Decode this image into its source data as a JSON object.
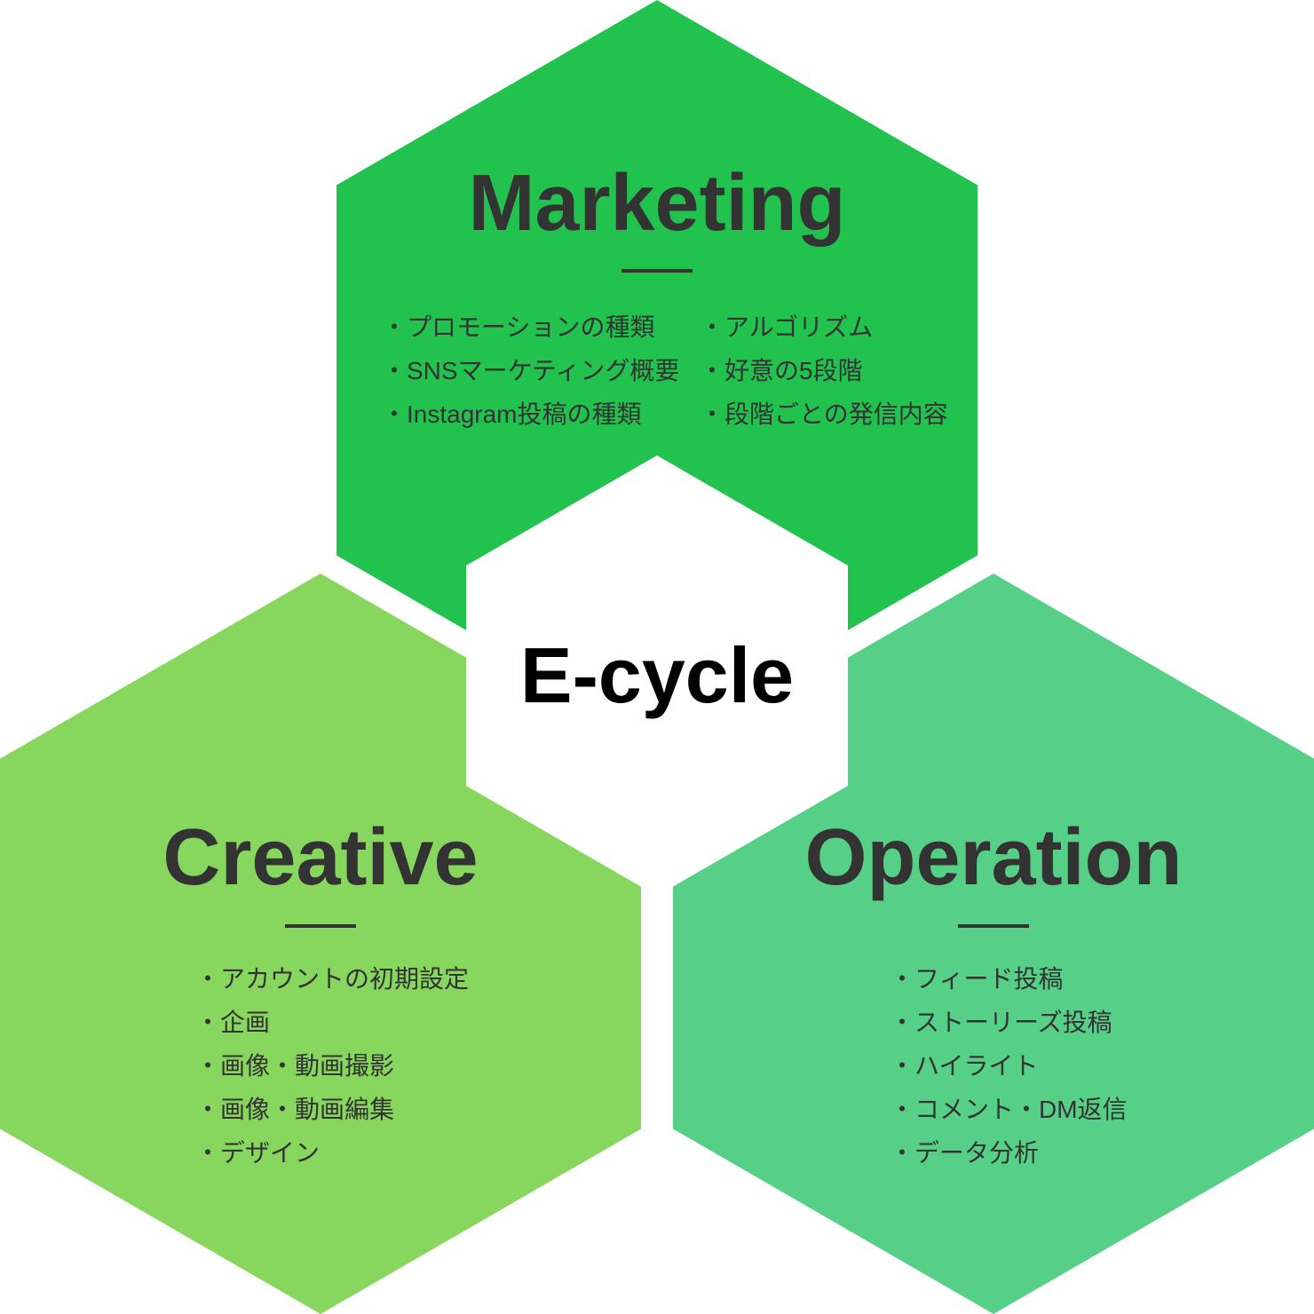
{
  "background": "#ffffff",
  "text_color": "#333333",
  "center": {
    "label": "E-cycle",
    "bg_color": "#ffffff",
    "text_color": "#000000"
  },
  "sections": [
    {
      "id": "marketing",
      "title": "Marketing",
      "color": "#21c24e",
      "items_left": [
        "・プロモーションの種類",
        "・SNSマーケティング概要",
        "・Instagram投稿の種類"
      ],
      "items_right": [
        "・アルゴリズム",
        "・好意の5段階",
        "・段階ごとの発信内容"
      ]
    },
    {
      "id": "creative",
      "title": "Creative",
      "color": "#87d75f",
      "items": [
        "・アカウントの初期設定",
        "・企画",
        "・画像・動画撮影",
        "・画像・動画編集",
        "・デザイン"
      ]
    },
    {
      "id": "operation",
      "title": "Operation",
      "color": "#56d086",
      "items": [
        "・フィード投稿",
        "・ストーリーズ投稿",
        "・ハイライト",
        "・コメント・DM返信",
        "・データ分析"
      ]
    }
  ]
}
